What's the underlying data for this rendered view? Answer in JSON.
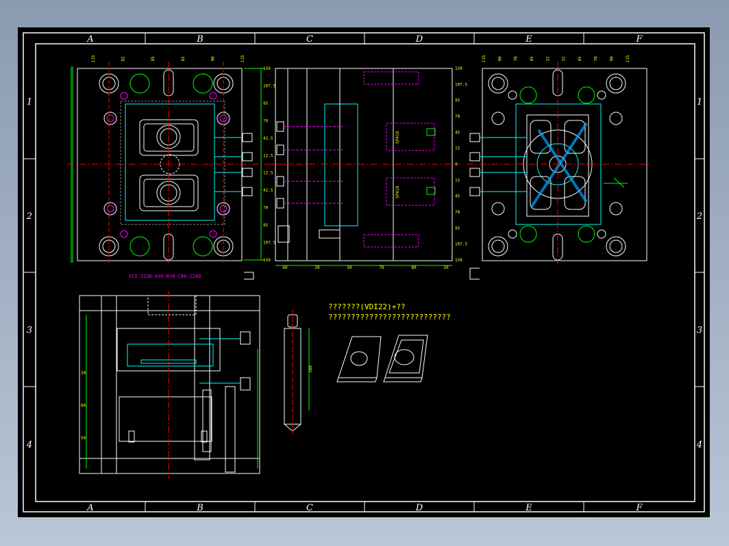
{
  "drawing": {
    "column_zones": [
      "A",
      "B",
      "C",
      "D",
      "E",
      "F"
    ],
    "row_zones": [
      "1",
      "2",
      "3",
      "4"
    ],
    "mold_base_code": "FCI-2330-A50-B70-C80-1240",
    "notes": [
      "???????(VDI22)+??",
      "???????????????????????????"
    ],
    "left_plan_dims": [
      "115",
      "82",
      "85",
      "82",
      "90",
      "115"
    ],
    "left_plan_right_dims": [
      "150",
      "107.5",
      "95",
      "70",
      "42.5",
      "12.5",
      "12.5",
      "42.5",
      "70",
      "95",
      "107.5",
      "150"
    ],
    "right_plan_top_dims": [
      "115",
      "90",
      "70",
      "45",
      "32",
      "32",
      "45",
      "70",
      "90",
      "115"
    ],
    "right_plan_left_dims": [
      "150",
      "107.5",
      "95",
      "70",
      "45",
      "15",
      "0",
      "15",
      "45",
      "70",
      "95",
      "107.5",
      "150"
    ],
    "section_bottom_dims": [
      "60",
      "20",
      "50",
      "70",
      "80",
      "20"
    ],
    "section_labels": [
      "SP410",
      "SP410"
    ],
    "side_view_dims": [
      "30",
      "80",
      "50"
    ],
    "pin_dim": "160"
  }
}
